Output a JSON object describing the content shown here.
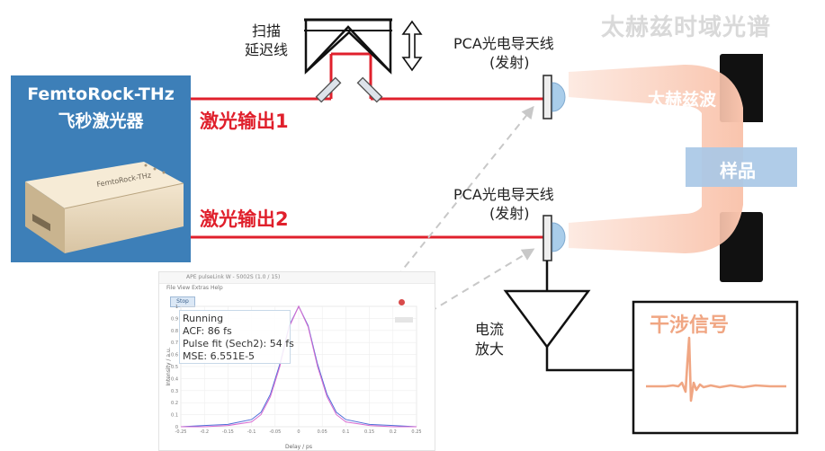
{
  "corner_title": "太赫兹时域光谱",
  "laser": {
    "name_line1": "FemtoRock-THz",
    "name_line2": "飞秒激光器",
    "device_label": "FemtoRock-THz"
  },
  "scan_delay": {
    "line1": "扫描",
    "line2": "延迟线"
  },
  "laser_out_1": "激光输出1",
  "laser_out_2": "激光输出2",
  "pca_emitter": {
    "line1": "PCA光电导天线",
    "line2": "(发射)"
  },
  "pca_detector": {
    "line1": "PCA光电导天线",
    "line2": "(发射)"
  },
  "thz_wave": "太赫兹波",
  "sample": "样品",
  "amplifier": {
    "line1": "电流",
    "line2": "放大"
  },
  "signal_label": "干涉信号",
  "colors": {
    "laser_beam": "#e0202c",
    "thz_beam": "#f9c4ad",
    "laser_box": "#3d7fb8",
    "sample": "#a9c8e6",
    "signal": "#f0a683"
  },
  "software": {
    "title": "APE pulseLink W - 5002S (1.0 / 15)",
    "menu": "File   View   Extras   Help",
    "stop_button": "Stop",
    "status_lines": [
      "Running",
      "ACF: 86 fs",
      "Pulse fit (Sech2): 54 fs",
      "MSE: 6.551E-5"
    ],
    "xlabel": "Delay / ps",
    "ylabel": "Intensity / a.u.",
    "x_ticks": [
      "-0.25",
      "-0.2",
      "-0.15",
      "-0.1",
      "-0.05",
      "0",
      "0.05",
      "0.1",
      "0.15",
      "0.2",
      "0.25"
    ],
    "y_ticks": [
      "1",
      "0.9",
      "0.8",
      "0.7",
      "0.6",
      "0.5",
      "0.4",
      "0.3",
      "0.2",
      "0.1",
      "0"
    ]
  },
  "chart_data": {
    "type": "line",
    "title": "",
    "xlabel": "Delay / ps",
    "ylabel": "Intensity / a.u.",
    "xlim": [
      -0.25,
      0.25
    ],
    "ylim": [
      0,
      1
    ],
    "series": [
      {
        "x": [
          -0.25,
          -0.2,
          -0.15,
          -0.1,
          -0.08,
          -0.06,
          -0.04,
          -0.02,
          0,
          0.02,
          0.04,
          0.06,
          0.08,
          0.1,
          0.15,
          0.2,
          0.25
        ],
        "y": [
          0,
          0.01,
          0.02,
          0.06,
          0.12,
          0.27,
          0.52,
          0.84,
          1.0,
          0.84,
          0.52,
          0.27,
          0.12,
          0.06,
          0.02,
          0.01,
          0
        ]
      },
      {
        "x": [
          -0.25,
          -0.2,
          -0.15,
          -0.1,
          -0.08,
          -0.06,
          -0.04,
          -0.02,
          0,
          0.02,
          0.04,
          0.06,
          0.08,
          0.1,
          0.15,
          0.2,
          0.25
        ],
        "y": [
          0,
          0.0,
          0.01,
          0.04,
          0.1,
          0.25,
          0.5,
          0.83,
          1.0,
          0.83,
          0.5,
          0.25,
          0.1,
          0.04,
          0.01,
          0.0,
          0
        ]
      }
    ]
  }
}
